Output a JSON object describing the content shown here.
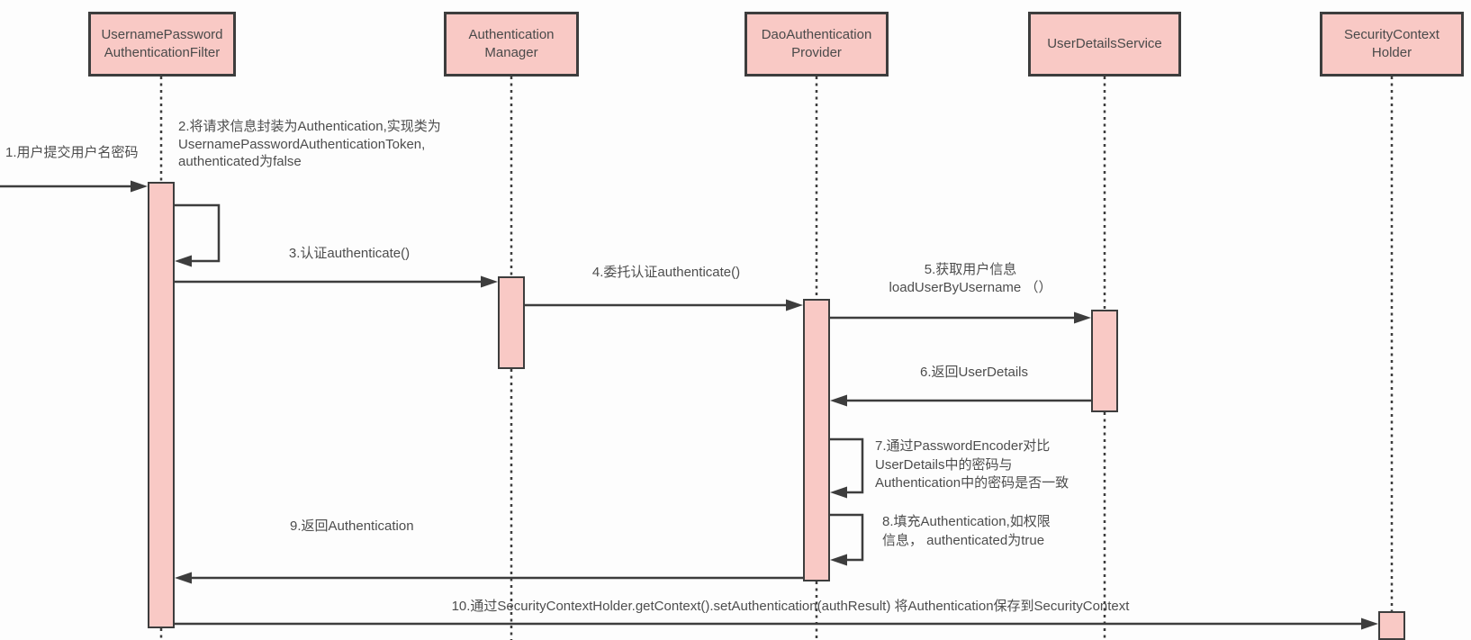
{
  "diagram_type": "uml-sequence-diagram",
  "colors": {
    "actor_fill": "#f9c9c5",
    "line": "#3d3d3d",
    "text": "#4d4d4d",
    "background": "#fdfdfd"
  },
  "actors": [
    {
      "id": "username-password-authentication-filter",
      "label": "UsernamePassword\nAuthenticationFilter"
    },
    {
      "id": "authentication-manager",
      "label": "Authentication\nManager"
    },
    {
      "id": "dao-authentication-provider",
      "label": "DaoAuthentication\nProvider"
    },
    {
      "id": "user-details-service",
      "label": "UserDetailsService"
    },
    {
      "id": "security-context-holder",
      "label": "SecurityContext\nHolder"
    }
  ],
  "messages": [
    {
      "n": 1,
      "type": "arrow",
      "from": "user",
      "to": "username-password-authentication-filter",
      "label": "1.用户提交用户名密码"
    },
    {
      "n": 2,
      "type": "self",
      "from": "username-password-authentication-filter",
      "to": "username-password-authentication-filter",
      "label": "2.将请求信息封装为Authentication,实现类为\nUsernamePasswordAuthenticationToken,\nauthenticated为false"
    },
    {
      "n": 3,
      "type": "arrow",
      "from": "username-password-authentication-filter",
      "to": "authentication-manager",
      "label": "3.认证authenticate()"
    },
    {
      "n": 4,
      "type": "arrow",
      "from": "authentication-manager",
      "to": "dao-authentication-provider",
      "label": "4.委托认证authenticate()"
    },
    {
      "n": 5,
      "type": "arrow",
      "from": "dao-authentication-provider",
      "to": "user-details-service",
      "label": "5.获取用户信息\nloadUserByUsername （）"
    },
    {
      "n": 6,
      "type": "return",
      "from": "user-details-service",
      "to": "dao-authentication-provider",
      "label": "6.返回UserDetails"
    },
    {
      "n": 7,
      "type": "self",
      "from": "dao-authentication-provider",
      "to": "dao-authentication-provider",
      "label": "7.通过PasswordEncoder对比\nUserDetails中的密码与\nAuthentication中的密码是否一致"
    },
    {
      "n": 8,
      "type": "self",
      "from": "dao-authentication-provider",
      "to": "dao-authentication-provider",
      "label": "8.填充Authentication,如权限\n信息， authenticated为true"
    },
    {
      "n": 9,
      "type": "return",
      "from": "dao-authentication-provider",
      "to": "username-password-authentication-filter",
      "label": "9.返回Authentication"
    },
    {
      "n": 10,
      "type": "arrow",
      "from": "username-password-authentication-filter",
      "to": "security-context-holder",
      "label": "10.通过SecurityContextHolder.getContext().setAuthentication(authResult) 将Authentication保存到SecurityContext"
    }
  ]
}
